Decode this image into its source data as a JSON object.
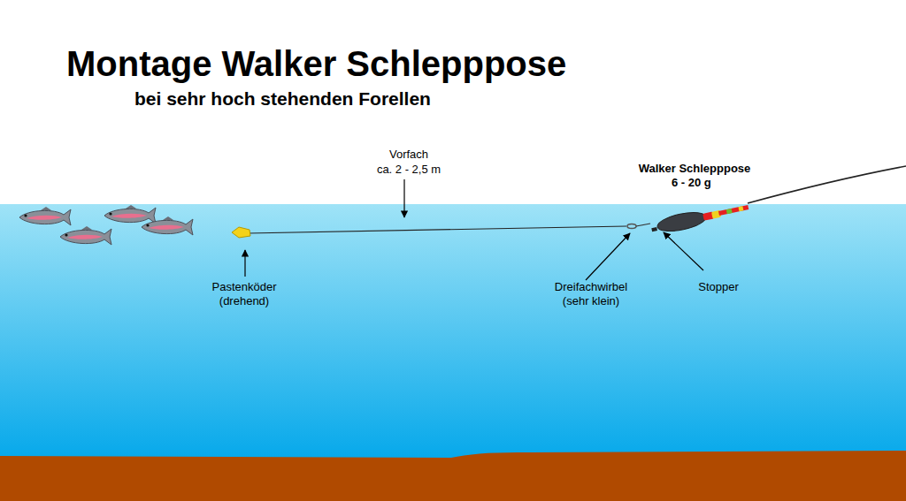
{
  "diagram": {
    "title": "Montage Walker Schlepppose",
    "labels": [
      "bei sehr hoch stehenden Forellen",
      "Vorfach",
      "ca. 2 - 2,5 m",
      "Walker Schlepppose",
      "6 - 20 g",
      "Pastenköder",
      "(drehend)",
      "Dreifachwirbel",
      "(sehr klein)",
      "Stopper"
    ]
  }
}
